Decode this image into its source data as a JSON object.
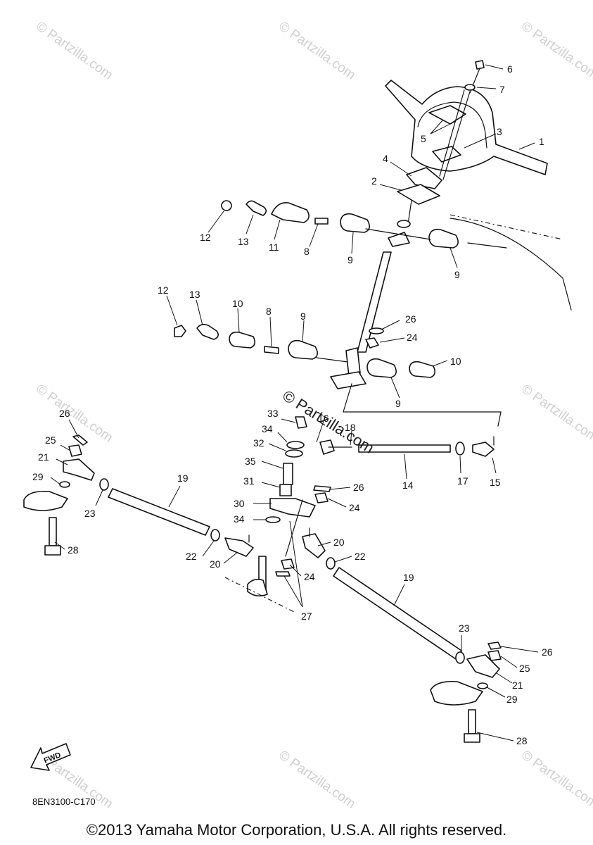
{
  "watermark": {
    "text": "© Partzilla.com"
  },
  "center_watermark": "© Partzilla.com",
  "fwd_label": "FWD",
  "diagram_code": "8EN3100-C170",
  "copyright": "©2013 Yamaha Motor Corporation, U.S.A. All rights reserved.",
  "callouts": [
    "1",
    "2",
    "3",
    "4",
    "5",
    "6",
    "7",
    "8",
    "8",
    "9",
    "9",
    "9",
    "9",
    "10",
    "10",
    "11",
    "12",
    "12",
    "13",
    "13",
    "14",
    "15",
    "16",
    "17",
    "18",
    "19",
    "19",
    "20",
    "20",
    "21",
    "21",
    "22",
    "22",
    "23",
    "23",
    "24",
    "24",
    "24",
    "25",
    "25",
    "26",
    "26",
    "26",
    "26",
    "27",
    "28",
    "28",
    "29",
    "29",
    "30",
    "31",
    "32",
    "33",
    "34",
    "34",
    "35"
  ]
}
